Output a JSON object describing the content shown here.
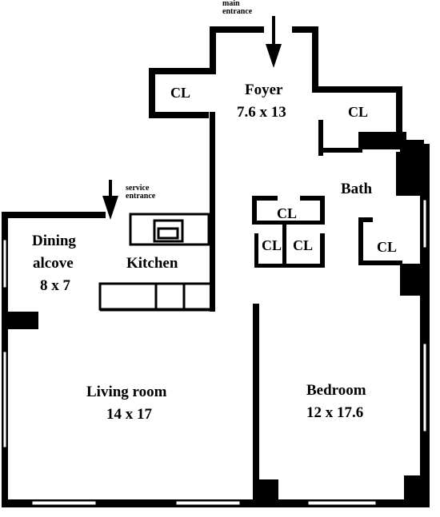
{
  "entrances": {
    "main": [
      "main",
      "entrance"
    ],
    "service": [
      "service",
      "entrance"
    ]
  },
  "rooms": {
    "foyer": {
      "name": "Foyer",
      "dims": "7.6 x 13"
    },
    "bath": {
      "name": "Bath"
    },
    "dining": {
      "name_line1": "Dining",
      "name_line2": "alcove",
      "dims": "8 x 7"
    },
    "kitchen": {
      "name": "Kitchen"
    },
    "living": {
      "name": "Living room",
      "dims": "14 x 17"
    },
    "bedroom": {
      "name": "Bedroom",
      "dims": "12 x 17.6"
    }
  },
  "closets": {
    "foyer_left": "CL",
    "foyer_right": "CL",
    "hall_top": "CL",
    "hall_left": "CL",
    "hall_right": "CL",
    "bath_side": "CL"
  }
}
